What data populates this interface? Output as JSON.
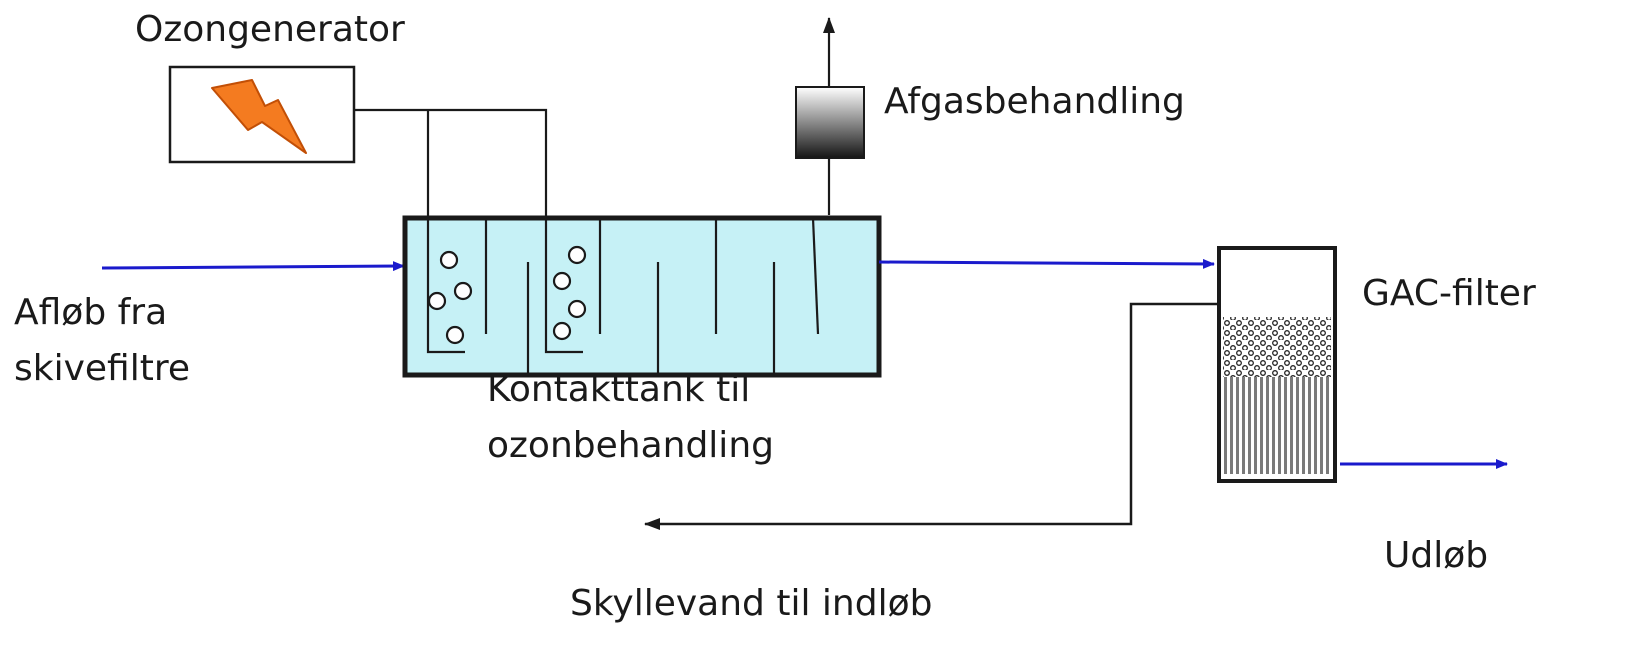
{
  "labels": {
    "ozone_generator": "Ozongenerator",
    "offgas_treatment": "Afgasbehandling",
    "inlet": "Afløb fra skivefiltre",
    "inlet_line1": "Afløb fra",
    "inlet_line2": "skivefiltre",
    "contact_tank_line1": "Kontakttank til",
    "contact_tank_line2": "ozonbehandling",
    "gac_filter": "GAC-filter",
    "outlet": "Udløb",
    "backwash": "Skyllevand til indløb"
  },
  "colors": {
    "flow_arrow": "#1a1acc",
    "tank_fill": "#c6f1f6",
    "lightning": "#f47b20",
    "stroke": "#1a1a1a"
  },
  "icons": {
    "ozone_generator": "lightning-bolt-icon",
    "offgas_unit": "gradient-box-icon"
  }
}
